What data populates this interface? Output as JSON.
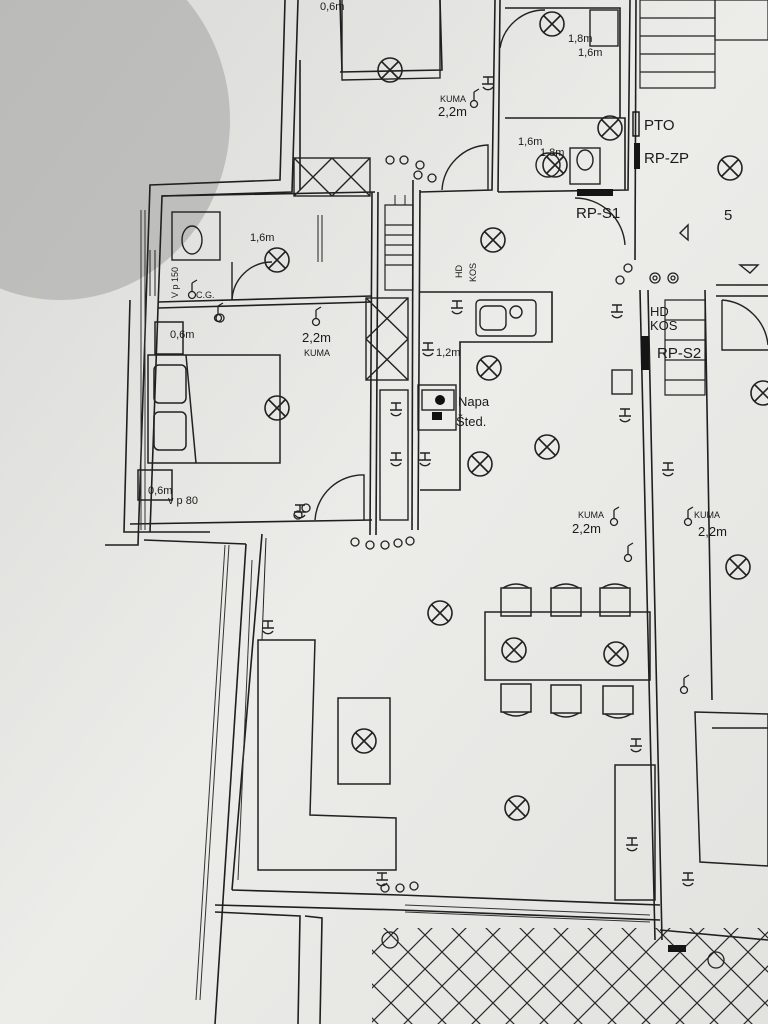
{
  "plan": {
    "labels": {
      "h_top": "0,6m",
      "h_18": "1,8m",
      "h_16a": "1,6m",
      "h_16b": "1,6m",
      "h_18b": "1,8m",
      "h_16c": "1,6m",
      "kuma_top": "KUMA",
      "h_22_top": "2,2m",
      "pto": "PTO",
      "rpzp": "RP-ZP",
      "rps1": "RP-S1",
      "room5": "5",
      "hd": "HD",
      "kos": "KOS",
      "hd2": "HD",
      "kos2": "KOS",
      "rps2": "RP-S2",
      "h_22_bed": "2,2m",
      "kuma_bed": "KUMA",
      "h_06a": "0,6m",
      "h_06b": "0,6m",
      "pv": "v p 80",
      "h_12": "1,2m",
      "napa": "Napa",
      "sted": "Šted.",
      "kuma_r1": "KUMA",
      "h_22_r1": "2,2m",
      "kuma_r2": "KUMA",
      "h_22_r2": "2,2m",
      "cg": "C.G.",
      "v150": "V p 150"
    }
  },
  "colors": {
    "paper": "#eeeeec",
    "shadow": "#8e8e8c",
    "ink": "#1f1f1f",
    "fill": "#e4e4e2"
  }
}
